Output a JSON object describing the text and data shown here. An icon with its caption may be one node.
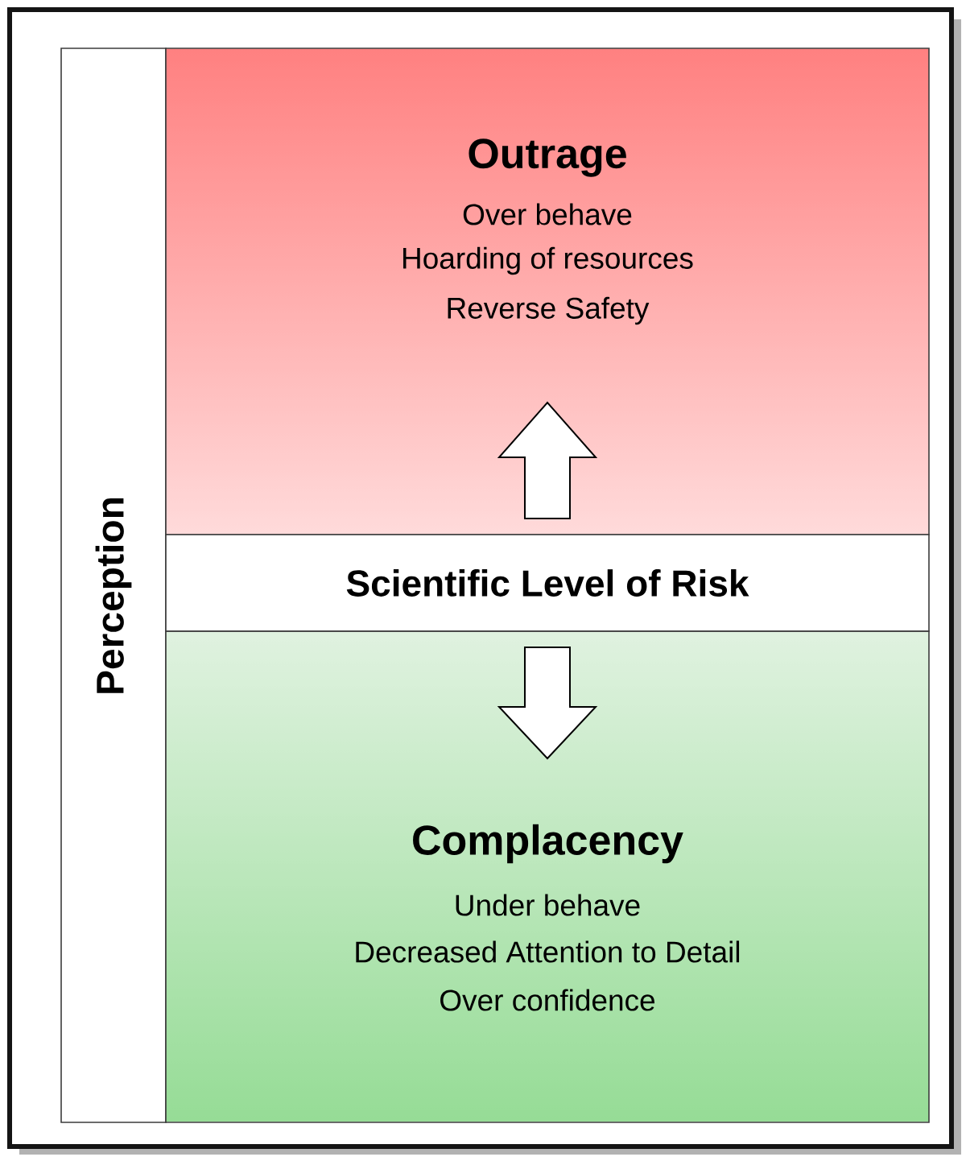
{
  "diagram": {
    "nodes": [
      {
        "text": [
          "Perception"
        ]
      },
      {
        "text": [
          "Outrage",
          "Over behave",
          "Hoarding of resources",
          "Reverse Safety"
        ]
      },
      {
        "text": [
          "Scientific Level of Risk"
        ]
      },
      {
        "text": [
          "Complacency",
          "Under behave",
          "Decreased Attention to Detail",
          "Over confidence"
        ]
      }
    ],
    "edges": [
      {
        "from": 2,
        "to": 1,
        "arrow": "to"
      },
      {
        "from": 2,
        "to": 3,
        "arrow": "to"
      }
    ]
  }
}
